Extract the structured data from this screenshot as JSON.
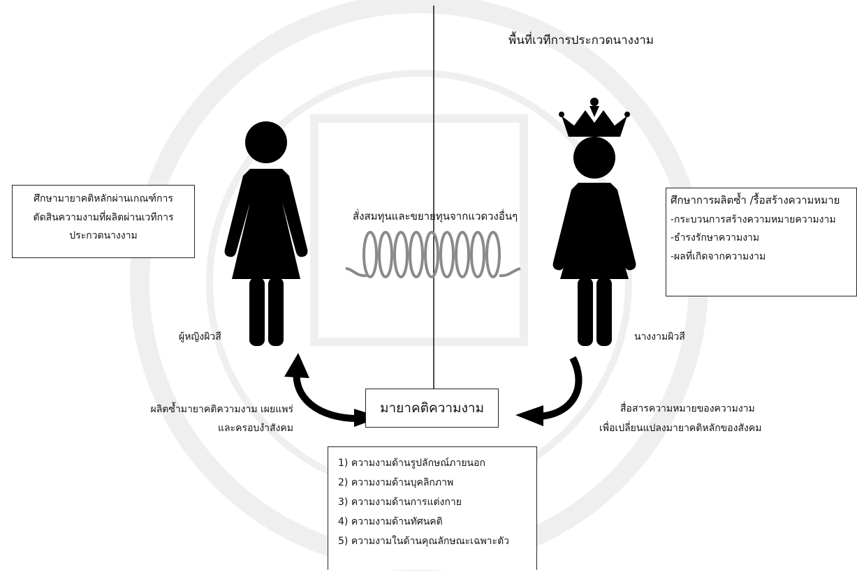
{
  "top_title": "พื้นที่เวทีการประกวดนางงาม",
  "spring_label": "สั่งสมทุนและขยายทุนจากแวดวงอื่นๆ",
  "left_box": {
    "lines": [
      "ศึกษามายาคติหลักผ่านเกณฑ์การ",
      "ตัดสินความงามที่ผลิตผ่านเวทีการ",
      "ประกวดนางงาม"
    ]
  },
  "right_box": {
    "lines": [
      "ศึกษาการผลิตซ้ำ /รื้อสร้างความหมาย",
      "-กระบวนการสร้างความหมายความงาม",
      "-ธำรงรักษาความงาม",
      "-ผลที่เกิดจากความงาม"
    ]
  },
  "left_figure_label": "ผู้หญิงผิวสี",
  "right_figure_label": "นางงามผิวสี",
  "center_concept": "มายาคติความงาม",
  "left_arrow_text": [
    "ผลิตซ้ำมายาคติความงาม เผยแพร่",
    "และครอบงำสังคม"
  ],
  "right_arrow_text": [
    "สื่อสารความหมายของความงาม",
    "เพื่อเปลี่ยนแปลงมายาคติหลักของสังคม"
  ],
  "beauty_list": [
    "1) ความงามด้านรูปลักษณ์ภายนอก",
    "2) ความงามด้านบุคลิกภาพ",
    "3) ความงามด้านการแต่งกาย",
    "4) ความงามด้านทัศนคติ",
    "5) ความงามในด้านคุณลักษณะเฉพาะตัว"
  ],
  "icons": {
    "left_figure": "woman-icon",
    "right_figure": "crowned-woman-icon",
    "spring": "spring-coil-icon",
    "crown": "crown-icon"
  }
}
